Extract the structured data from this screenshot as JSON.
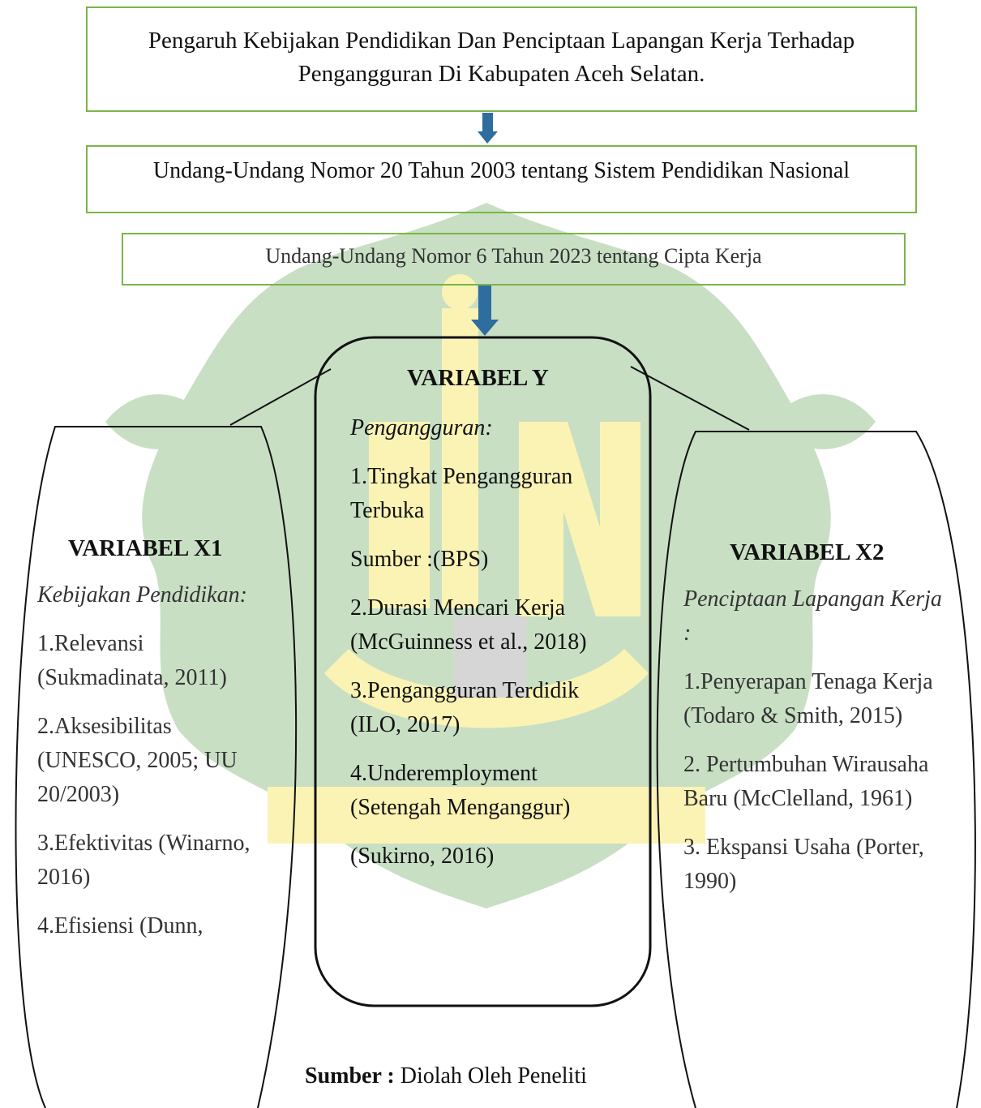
{
  "title_box": {
    "line1": "Pengaruh Kebijakan Pendidikan Dan Penciptaan Lapangan Kerja Terhadap",
    "line2": "Pengangguran Di Kabupaten Aceh Selatan."
  },
  "law1": "Undang-Undang Nomor 20 Tahun 2003 tentang Sistem Pendidikan Nasional",
  "law2": "Undang-Undang Nomor 6 Tahun 2023 tentang Cipta Kerja",
  "variable_y": {
    "heading": "VARIABEL Y",
    "subtitle": "Pengangguran:",
    "items": [
      "1.Tingkat Pengangguran Terbuka",
      "Sumber :(BPS)",
      "2.Durasi Mencari Kerja (McGuinness et al., 2018)",
      "3.Pengangguran Terdidik (ILO, 2017)",
      "4.Underemployment (Setengah Menganggur)",
      "(Sukirno, 2016)"
    ]
  },
  "variable_x1": {
    "heading": "VARIABEL X1",
    "subtitle": "Kebijakan Pendidikan:",
    "items": [
      "1.Relevansi (Sukmadinata, 2011)",
      "2.Aksesibilitas (UNESCO, 2005; UU 20/2003)",
      "3.Efektivitas (Winarno, 2016)",
      "4.Efisiensi (Dunn,"
    ]
  },
  "variable_x2": {
    "heading": "VARIABEL X2",
    "subtitle": "Penciptaan Lapangan Kerja :",
    "items": [
      "1.Penyerapan Tenaga Kerja (Todaro & Smith, 2015)",
      "2. Pertumbuhan Wirausaha Baru (McClelland, 1961)",
      "3. Ekspansi Usaha (Porter, 1990)"
    ]
  },
  "source": {
    "label": "Sumber :",
    "text": " Diolah Oleh Peneliti"
  },
  "watermark": {
    "text": "UIN",
    "colors": {
      "green": "#c8dfc4",
      "yellow": "#fbf3b4"
    }
  },
  "colors": {
    "box_border": "#7ab648",
    "arrow": "#2e6d9e",
    "outline": "#111111"
  }
}
